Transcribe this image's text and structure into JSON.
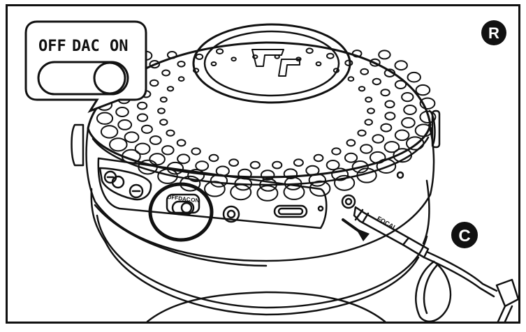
{
  "callout": {
    "off": "OFF",
    "dac": "DAC",
    "on": "ON"
  },
  "switch_small": {
    "off": "OFF",
    "dac": "DAC",
    "on": "ON"
  },
  "markers": {
    "r": "R",
    "c": "C"
  },
  "cable_brand": "FOCAL",
  "colors": {
    "line": "#111111",
    "background": "#ffffff"
  }
}
